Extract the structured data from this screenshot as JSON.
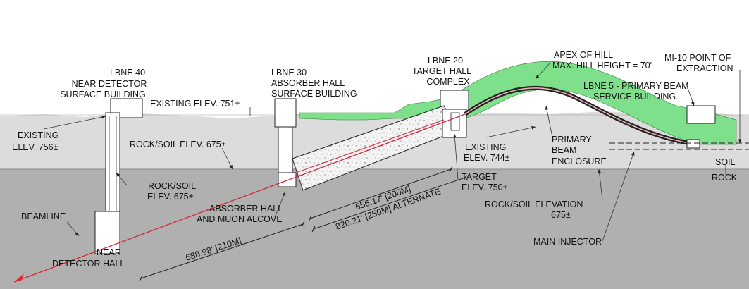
{
  "labels": {
    "lbne40_l1": "LBNE 40",
    "lbne40_l2": "NEAR DETECTOR",
    "lbne40_l3": "SURFACE BUILDING",
    "lbne30_l1": "LBNE 30",
    "lbne30_l2": "ABSORBER HALL",
    "lbne30_l3": "SURFACE BUILDING",
    "lbne20_l1": "LBNE 20",
    "lbne20_l2": "TARGET HALL",
    "lbne20_l3": "COMPLEX",
    "apex_l1": "APEX OF HILL",
    "apex_l2": "MAX. HILL HEIGHT = 70'",
    "mi10_l1": "MI-10 POINT OF",
    "mi10_l2": "EXTRACTION",
    "lbne5_l1": "LBNE 5 - PRIMARY BEAM",
    "lbne5_l2": "SERVICE BUILDING",
    "existing_751": "EXISTING ELEV. 751±",
    "existing_756_l1": "EXISTING",
    "existing_756_l2": "ELEV. 756±",
    "rocksoil_675_top": "ROCK/SOIL ELEV. 675±",
    "rocksoil_675_l1": "ROCK/SOIL",
    "rocksoil_675_l2": "ELEV. 675±",
    "beamline": "BEAMLINE",
    "near_hall_l1": "NEAR",
    "near_hall_l2": "DETECTOR HALL",
    "absorber_alcove_l1": "ABSORBER HALL",
    "absorber_alcove_l2": "AND MUON ALCOVE",
    "dim_688": "688.98' [210M]",
    "dim_656": "656.17' [200M]",
    "dim_820": "820.21' [250M] ALTERNATE",
    "existing_744_l1": "EXISTING",
    "existing_744_l2": "ELEV. 744±",
    "primary_enclosure_l1": "PRIMARY",
    "primary_enclosure_l2": "BEAM",
    "primary_enclosure_l3": "ENCLOSURE",
    "target_l1": "TARGET",
    "target_l2": "ELEV. 750±",
    "rocksoil_elevation_l1": "ROCK/SOIL ELEVATION",
    "rocksoil_elevation_l2": "675±",
    "main_injector": "MAIN INJECTOR",
    "soil": "SOIL",
    "rock": "ROCK"
  },
  "colors": {
    "soil": "#dcdcdc",
    "rock": "#b0b0b0",
    "hill": "#7ee08a",
    "beam": "#d6263a",
    "concrete": "#f3f3f3"
  }
}
